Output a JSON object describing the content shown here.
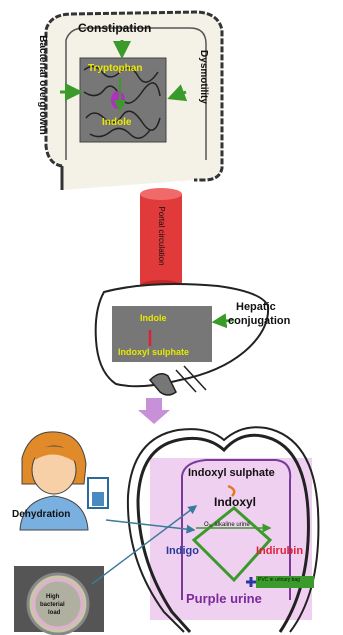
{
  "colon": {
    "constipation": "Constipation",
    "bacterial_overgrowth": "Bacterial overgrowth",
    "dysmotility": "Dysmotility",
    "tryptophan": "Tryptophan",
    "indole": "Indole"
  },
  "portal": {
    "label": "Portal circulation"
  },
  "liver": {
    "hepatic_conjugation": "Hepatic conjugation",
    "indole": "Indole",
    "indoxyl_sulphate": "Indoxyl sulphate"
  },
  "kidney": {
    "indoxyl_sulphate": "Indoxyl sulphate",
    "indoxyl": "Indoxyl",
    "reaction": "O₂, alkaline urine",
    "indigo": "Indigo",
    "indirubin": "Indirubin",
    "purple_urine": "Purple urine",
    "pvc_bag": "PVC in urinary bag"
  },
  "patient": {
    "dehydration": "Dehydration"
  },
  "petri": {
    "label": "High bacterial load"
  },
  "colors": {
    "arrow_green": "#3a9a2a",
    "label_yellow": "#e8e800",
    "indirubin_red": "#e0203a",
    "purple_text": "#7a2a9a",
    "indigo_text": "#2a3a9a",
    "portal_red": "#e03a3a",
    "kidney_fill": "#f0d0f0",
    "down_arrow": "#c890d8"
  }
}
